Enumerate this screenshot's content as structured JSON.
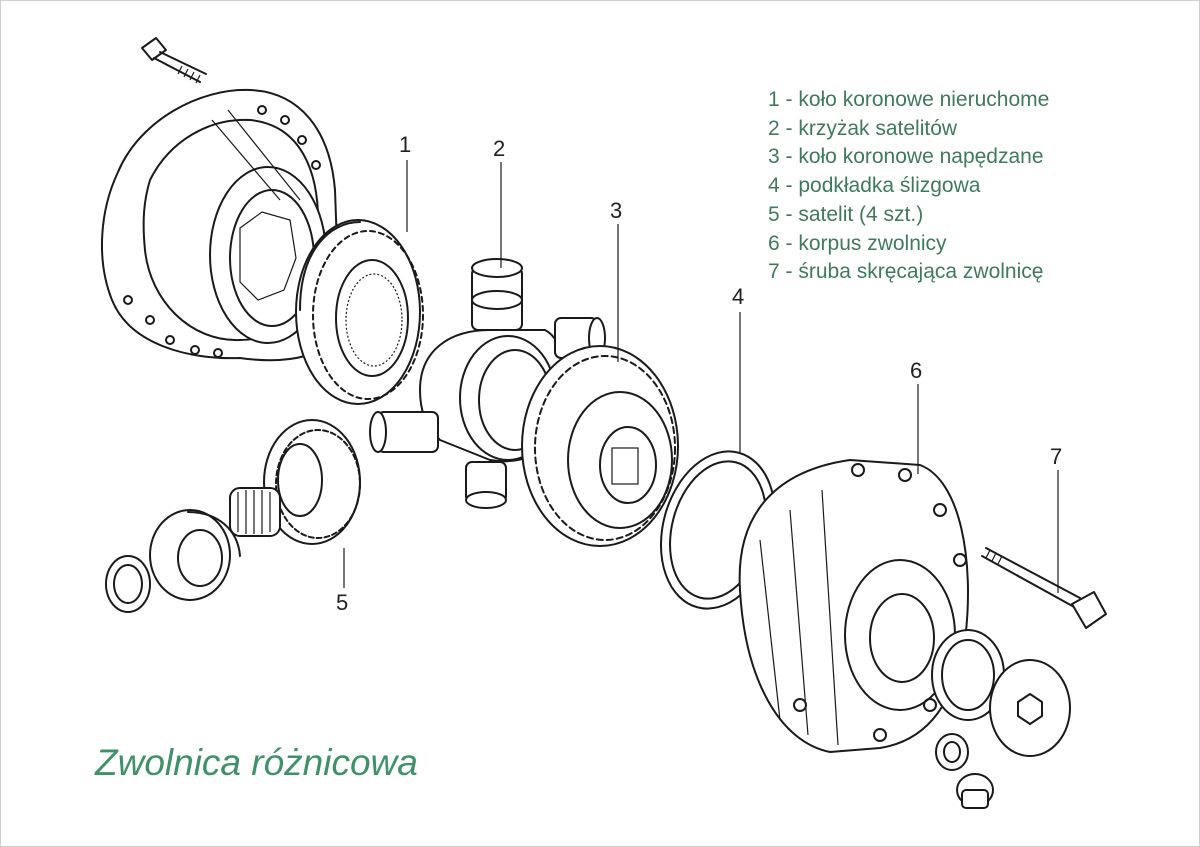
{
  "title": "Zwolnica różnicowa",
  "legend": [
    "1 - koło koronowe nieruchome",
    "2 - krzyżak satelitów",
    "3 - koło koronowe napędzane",
    "4 - podkładka ślizgowa",
    "5 - satelit (4 szt.)",
    "6 - korpus zwolnicy",
    "7 - śruba skręcająca zwolnicę"
  ],
  "callouts": [
    "1",
    "2",
    "3",
    "4",
    "5",
    "6",
    "7"
  ],
  "colors": {
    "legend_text": "#3e7a5e",
    "title_text": "#3f9167",
    "line_art": "#1a1a1a"
  }
}
